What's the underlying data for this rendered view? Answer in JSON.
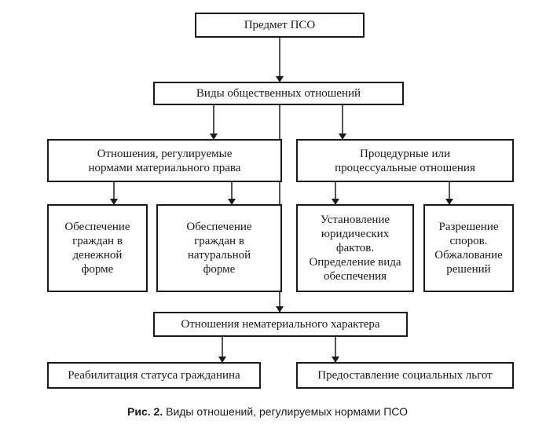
{
  "nodes": {
    "root": "Предмет ПСО",
    "types": "Виды общественных отношений",
    "material": [
      "Отношения, регулируемые",
      "нормами материального права"
    ],
    "procedural": [
      "Процедурные или",
      "процессуальные отношения"
    ],
    "money": [
      "Обеспечение",
      "граждан в",
      "денежной",
      "форме"
    ],
    "natural": [
      "Обеспечение",
      "граждан в",
      "натуральной",
      "форме"
    ],
    "facts": [
      "Установление",
      "юридических",
      "фактов.",
      "Определение вида",
      "обеспечения"
    ],
    "disputes": [
      "Разрешение",
      "споров.",
      "Обжалование",
      "решений"
    ],
    "nonmaterial": "Отношения нематериального характера",
    "rehab": "Реабилитация статуса гражданина",
    "benefits": "Предоставление социальных льгот"
  },
  "caption": {
    "label": "Рис. 2.",
    "text": " Виды отношений, регулируемых нормами ПСО"
  }
}
